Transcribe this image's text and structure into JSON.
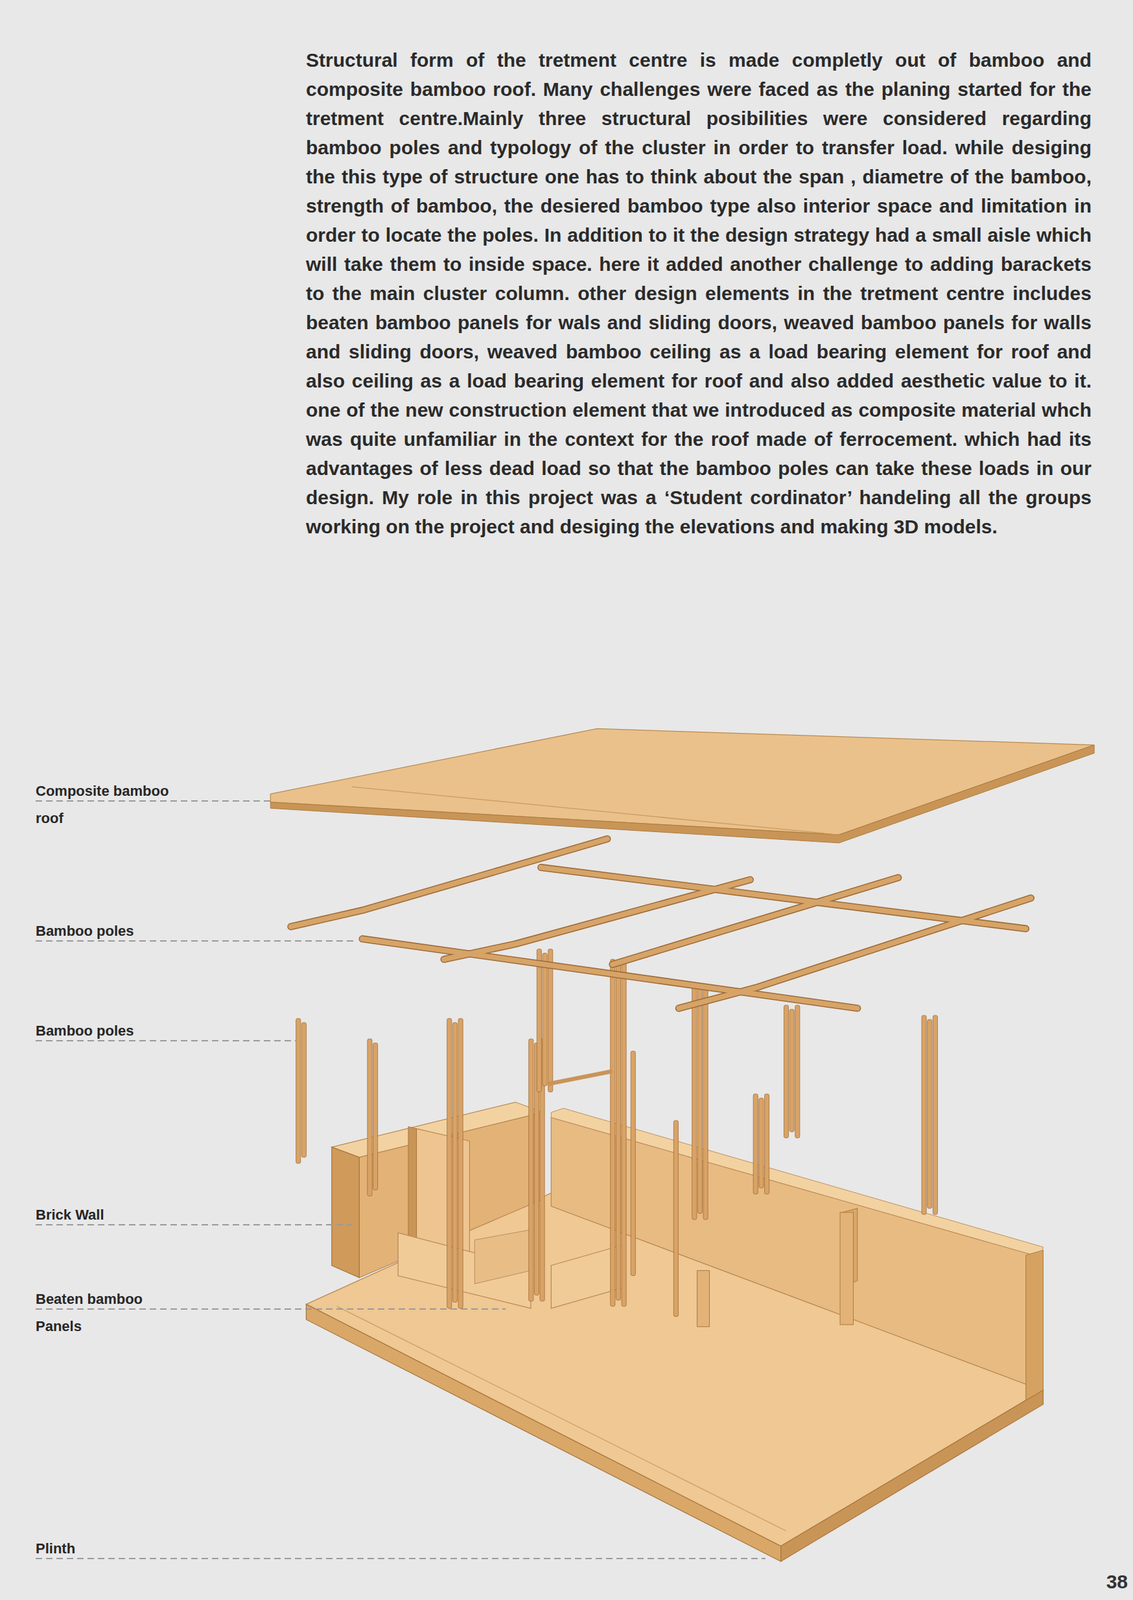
{
  "diagram": {
    "labels": [
      "Structural form of the tretment centre is made completly out of bamboo and composite bamboo roof. Many challenges were faced as the planing started for the tretment centre.Mainly three structural posibilities were considered regarding bamboo poles and typology of the cluster in order to transfer load. while desiging the this type of structure one has to think about the span , diametre of the bamboo, strength of bamboo, the desiered bamboo type also interior space and limitation in order to locate the poles. In addition to it the design strategy had a small aisle which will take them to inside space. here it added another challenge to adding barackets to the main cluster column. other design elements in the tretment centre includes beaten bamboo panels for wals and sliding doors, weaved bamboo panels for walls and sliding doors, weaved bamboo ceiling as a load bearing element for roof and also ceiling as a load bearing element for roof and also added aesthetic value to it. one of the new construction element that we introduced as composite material whch was quite unfamiliar in the context for the roof made of ferrocement. which had its advantages of less dead load so that the bamboo poles can take these loads in our design. My role in this project was a ‘Student cordinator’ handeling all the groups working on the project and desiging the elevations and making 3D models.",
      "Composite bamboo roof",
      "Bamboo poles",
      "Bamboo poles",
      "Brick Wall",
      "Beaten bamboo Panels",
      "Plinth",
      "38"
    ]
  }
}
